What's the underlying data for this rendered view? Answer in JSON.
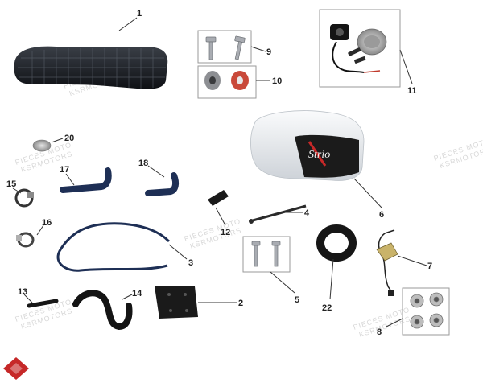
{
  "callouts": {
    "c1": "1",
    "c2": "2",
    "c3": "3",
    "c4": "4",
    "c5": "5",
    "c6": "6",
    "c7": "7",
    "c8": "8",
    "c9": "9",
    "c10": "10",
    "c11": "11",
    "c12": "12",
    "c13": "13",
    "c14": "14",
    "c15": "15",
    "c16": "16",
    "c17": "17",
    "c18": "18",
    "c20": "20",
    "c22": "22"
  },
  "watermark": {
    "line1": "PIECES MOTO",
    "line2": "KSRMOTORS"
  },
  "tank_logo": "Strio",
  "colors": {
    "seat": "#1c1f24",
    "tank": "#eef0f2",
    "hose": "#1e2f55",
    "brand": "#c62828"
  },
  "icons": {
    "brand": "ksr-logo-icon"
  }
}
